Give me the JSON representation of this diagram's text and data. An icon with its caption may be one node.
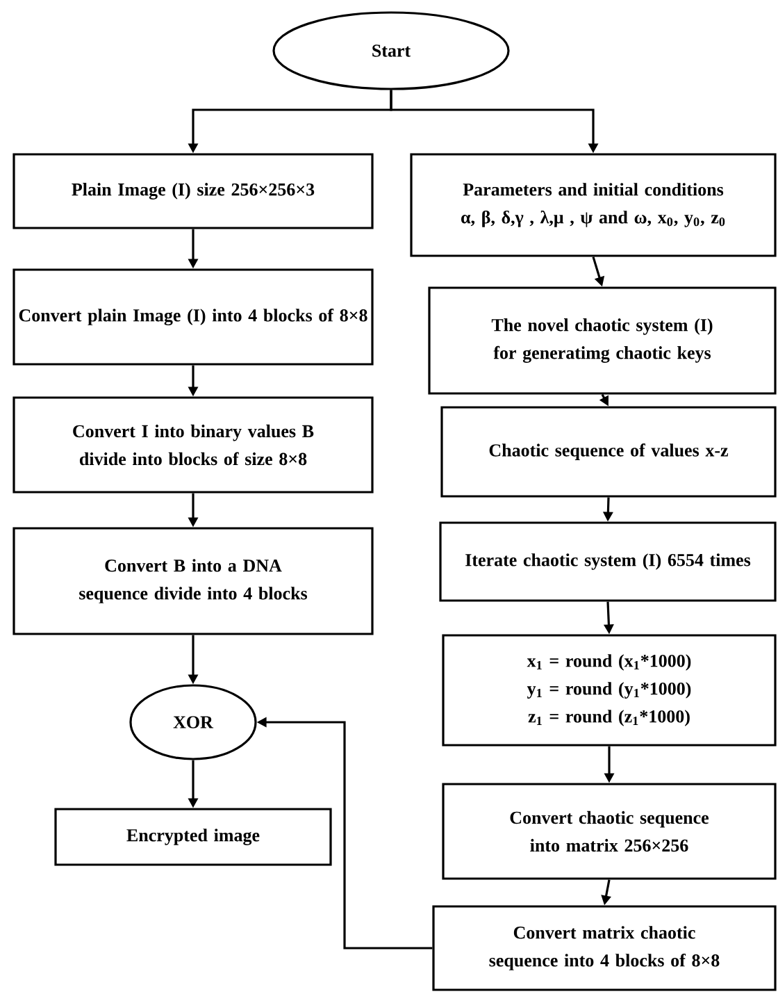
{
  "diagram": {
    "nodes": [
      {
        "text": [
          "Start"
        ]
      },
      {
        "text": [
          "Plain Image (I) size 256×256×3"
        ]
      },
      {
        "text": [
          "Parameters and initial conditions",
          "α, β, δ,γ , λ,μ , ψ and ω, x$_{0}$, y$_{0}$, z$_{0}$"
        ]
      },
      {
        "text": [
          "Convert plain Image (I) into 4 blocks of 8×8"
        ]
      },
      {
        "text": [
          "Convert I into binary values B divide into blocks of size 8×8"
        ]
      },
      {
        "text": [
          "Convert  B into a DNA sequence divide into 4 blocks"
        ]
      },
      {
        "text": [
          "XOR"
        ]
      },
      {
        "text": [
          "Encrypted image"
        ]
      },
      {
        "text": [
          "The novel chaotic system (I) for generatimg chaotic keys"
        ]
      },
      {
        "text": [
          "Chaotic sequence of values x-z"
        ]
      },
      {
        "text": [
          "Iterate chaotic system (I) 6554 times"
        ]
      },
      {
        "text": [
          "x$_{1}$ = round (x$_{1}$*1000)",
          "y$_{1}$ = round (y$_{1}$*1000)",
          "z$_{1}$ = round (z$_{1}$*1000)"
        ]
      },
      {
        "text": [
          "Convert chaotic sequence into matrix 256×256"
        ]
      },
      {
        "text": [
          "Convert matrix chaotic sequence into 4 blocks of 8×8"
        ]
      }
    ],
    "edges": [
      {
        "from": 0,
        "to": 1,
        "arrow": "to"
      },
      {
        "from": 0,
        "to": 2,
        "arrow": "to"
      },
      {
        "from": 1,
        "to": 3,
        "arrow": "to"
      },
      {
        "from": 3,
        "to": 4,
        "arrow": "to"
      },
      {
        "from": 4,
        "to": 5,
        "arrow": "to"
      },
      {
        "from": 5,
        "to": 6,
        "arrow": "to"
      },
      {
        "from": 6,
        "to": 7,
        "arrow": "to"
      },
      {
        "from": 2,
        "to": 8,
        "arrow": "to"
      },
      {
        "from": 8,
        "to": 9,
        "arrow": "to"
      },
      {
        "from": 9,
        "to": 10,
        "arrow": "to"
      },
      {
        "from": 10,
        "to": 11,
        "arrow": "to"
      },
      {
        "from": 11,
        "to": 12,
        "arrow": "to"
      },
      {
        "from": 12,
        "to": 13,
        "arrow": "to"
      },
      {
        "from": 13,
        "to": 6,
        "arrow": "to"
      }
    ]
  }
}
